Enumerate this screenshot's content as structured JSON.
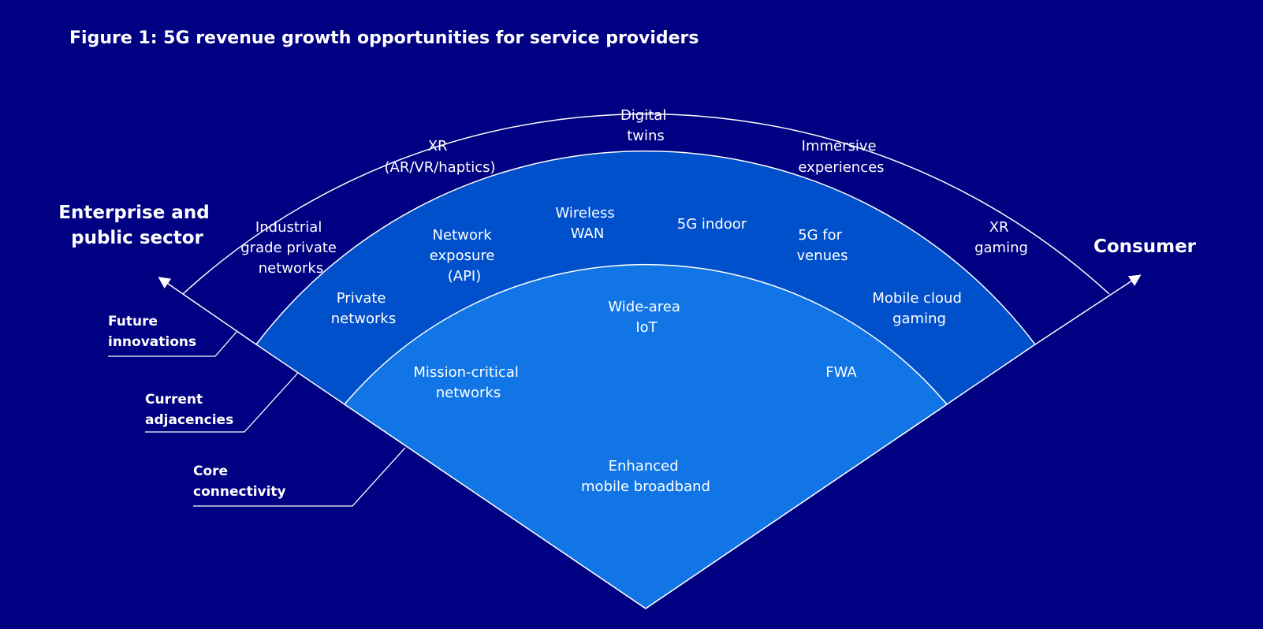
{
  "title": "Figure 1: 5G revenue growth opportunities for service providers",
  "sides": {
    "left": [
      "Enterprise and",
      "public sector"
    ],
    "right": [
      "Consumer"
    ]
  },
  "rings": {
    "outer": [
      "Future",
      "innovations"
    ],
    "middle": [
      "Current",
      "adjacencies"
    ],
    "inner": [
      "Core",
      "connectivity"
    ]
  },
  "items": {
    "digital_twins": [
      "Digital",
      "twins"
    ],
    "xr_ar_vr": [
      "XR",
      "(AR/VR/haptics)"
    ],
    "immersive": [
      "Immersive",
      "experiences"
    ],
    "industrial_private": [
      "Industrial",
      "grade private",
      "networks"
    ],
    "xr_gaming": [
      "XR",
      "gaming"
    ],
    "wireless_wan": [
      "Wireless",
      "WAN"
    ],
    "fg_indoor": [
      "5G indoor"
    ],
    "network_exposure": [
      "Network",
      "exposure",
      "(API)"
    ],
    "fg_venues": [
      "5G for",
      "venues"
    ],
    "private_networks": [
      "Private",
      "networks"
    ],
    "mobile_cloud_gaming": [
      "Mobile cloud",
      "gaming"
    ],
    "wide_area_iot": [
      "Wide-area",
      "IoT"
    ],
    "mission_critical": [
      "Mission-critical",
      "networks"
    ],
    "fwa": [
      "FWA"
    ],
    "embb": [
      "Enhanced",
      "mobile broadband"
    ]
  },
  "colors": {
    "background": "#000082",
    "middle_ring": "#0050cc",
    "inner_ring": "#1275e6",
    "lines": "#ffffff"
  }
}
